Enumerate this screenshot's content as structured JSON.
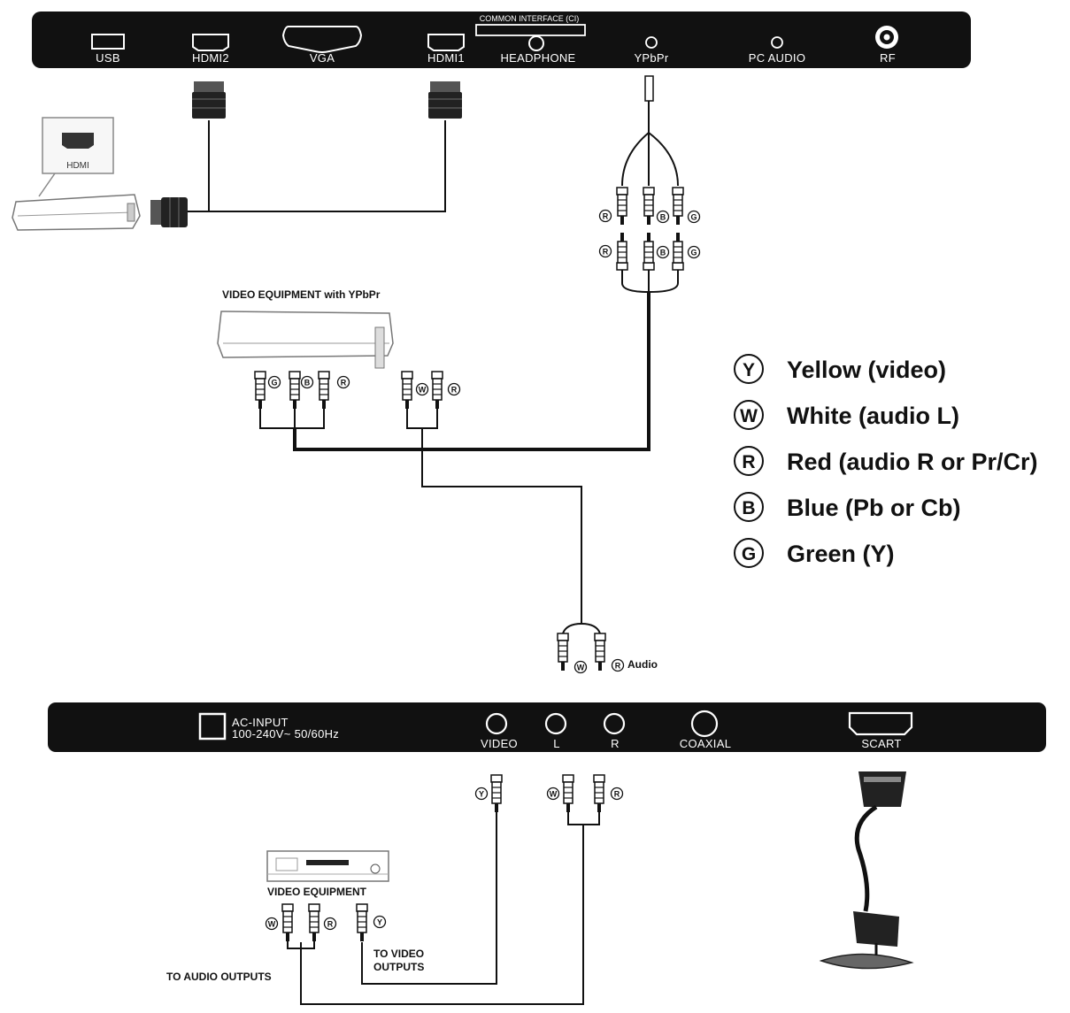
{
  "top_panel": {
    "ports": {
      "usb": "USB",
      "hdmi2": "HDMI2",
      "vga": "VGA",
      "hdmi1": "HDMI1",
      "common_interface": "COMMON INTERFACE (CI)",
      "headphone": "HEADPHONE",
      "ypbpr": "YPbPr",
      "pc_audio": "PC AUDIO",
      "rf": "RF"
    }
  },
  "bottom_panel": {
    "ac_input": "AC-INPUT",
    "ac_spec": "100-240V~ 50/60Hz",
    "ports": {
      "video": "VIDEO",
      "l": "L",
      "r": "R",
      "coaxial": "COAXIAL",
      "scart": "SCART"
    }
  },
  "hdmi_device": {
    "label": "HDMI"
  },
  "ypbpr_equipment": {
    "caption": "VIDEO EQUIPMENT with YPbPr"
  },
  "audio_connector": {
    "label": "Audio"
  },
  "video_equipment": {
    "caption": "VIDEO EQUIPMENT",
    "to_video_line1": "TO VIDEO",
    "to_video_line2": "OUTPUTS",
    "to_audio": "TO AUDIO OUTPUTS"
  },
  "badges": {
    "y": "Y",
    "w": "W",
    "r": "R",
    "b": "B",
    "g": "G"
  },
  "legend": [
    {
      "letter": "Y",
      "text": "Yellow (video)"
    },
    {
      "letter": "W",
      "text": "White (audio L)"
    },
    {
      "letter": "R",
      "text": "Red (audio R or Pr/Cr)"
    },
    {
      "letter": "B",
      "text": "Blue (Pb or Cb)"
    },
    {
      "letter": "G",
      "text": "Green (Y)"
    }
  ]
}
